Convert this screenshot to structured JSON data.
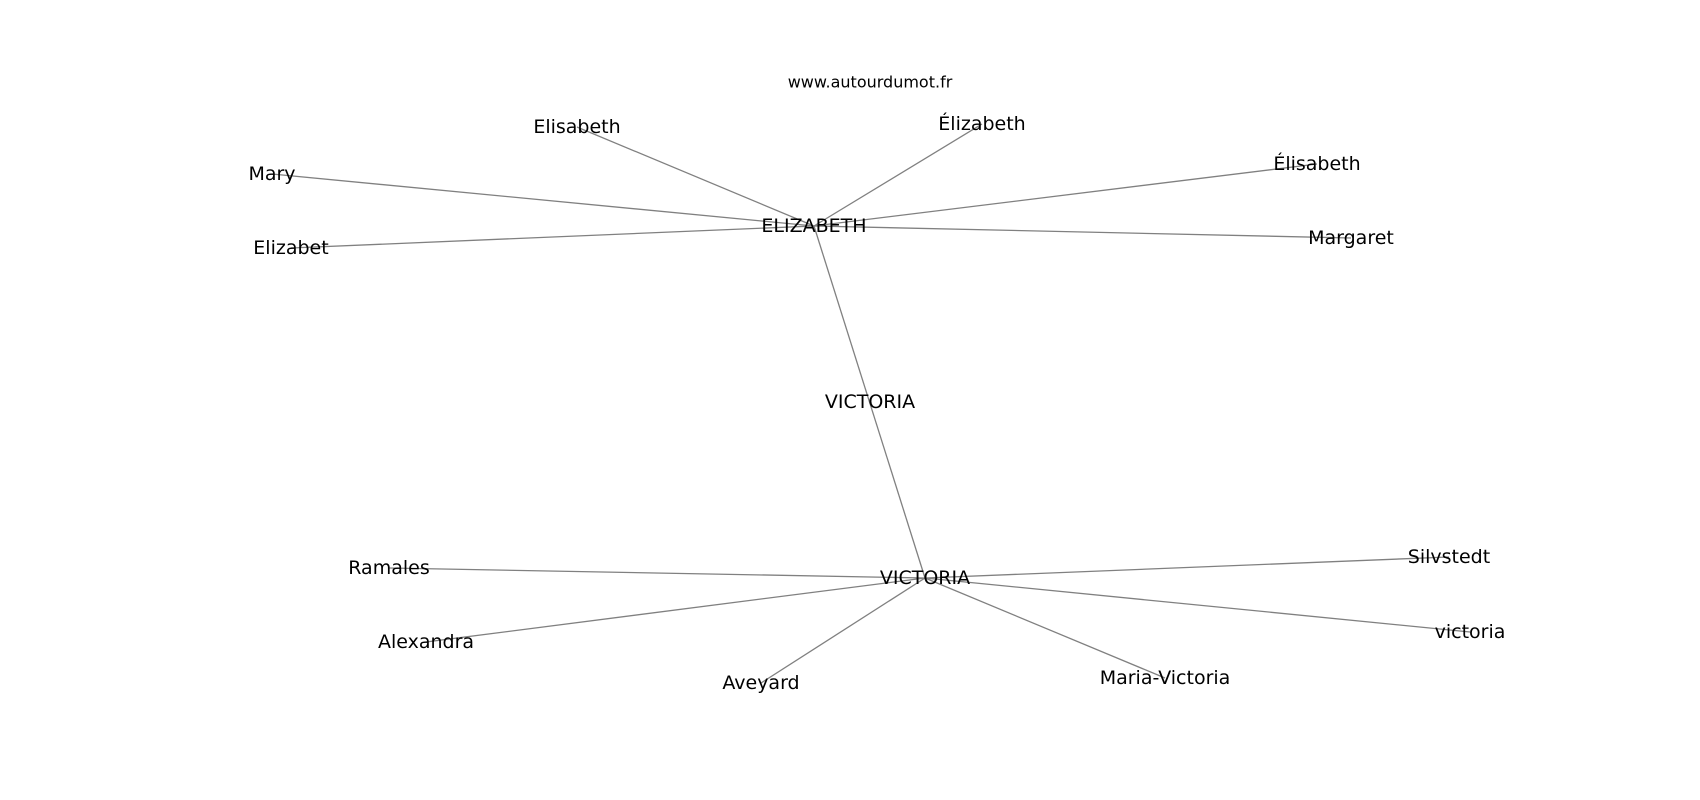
{
  "header": {
    "text": "www.autourdumot.fr"
  },
  "graph": {
    "nodes": [
      {
        "id": "elizabeth",
        "label": "ELIZABETH"
      },
      {
        "id": "victoria_mid",
        "label": "VICTORIA"
      },
      {
        "id": "victoria_hub",
        "label": "VICTORIA"
      },
      {
        "id": "elisabeth",
        "label": "Elisabeth"
      },
      {
        "id": "elizabeth_accent",
        "label": "Élizabeth"
      },
      {
        "id": "elisabeth_accent",
        "label": "Élisabeth"
      },
      {
        "id": "mary",
        "label": "Mary"
      },
      {
        "id": "elizabet",
        "label": "Elizabet"
      },
      {
        "id": "margaret",
        "label": "Margaret"
      },
      {
        "id": "ramales",
        "label": "Ramales"
      },
      {
        "id": "alexandra",
        "label": "Alexandra"
      },
      {
        "id": "aveyard",
        "label": "Aveyard"
      },
      {
        "id": "maria_victoria",
        "label": "Maria-Victoria"
      },
      {
        "id": "victoria_lower",
        "label": "victoria"
      },
      {
        "id": "silvstedt",
        "label": "Silvstedt"
      }
    ],
    "edges": [
      [
        "elizabeth",
        "elisabeth"
      ],
      [
        "elizabeth",
        "elizabeth_accent"
      ],
      [
        "elizabeth",
        "elisabeth_accent"
      ],
      [
        "elizabeth",
        "mary"
      ],
      [
        "elizabeth",
        "elizabet"
      ],
      [
        "elizabeth",
        "margaret"
      ],
      [
        "elizabeth",
        "victoria_hub"
      ],
      [
        "victoria_hub",
        "ramales"
      ],
      [
        "victoria_hub",
        "alexandra"
      ],
      [
        "victoria_hub",
        "aveyard"
      ],
      [
        "victoria_hub",
        "maria_victoria"
      ],
      [
        "victoria_hub",
        "victoria_lower"
      ],
      [
        "victoria_hub",
        "silvstedt"
      ]
    ]
  }
}
